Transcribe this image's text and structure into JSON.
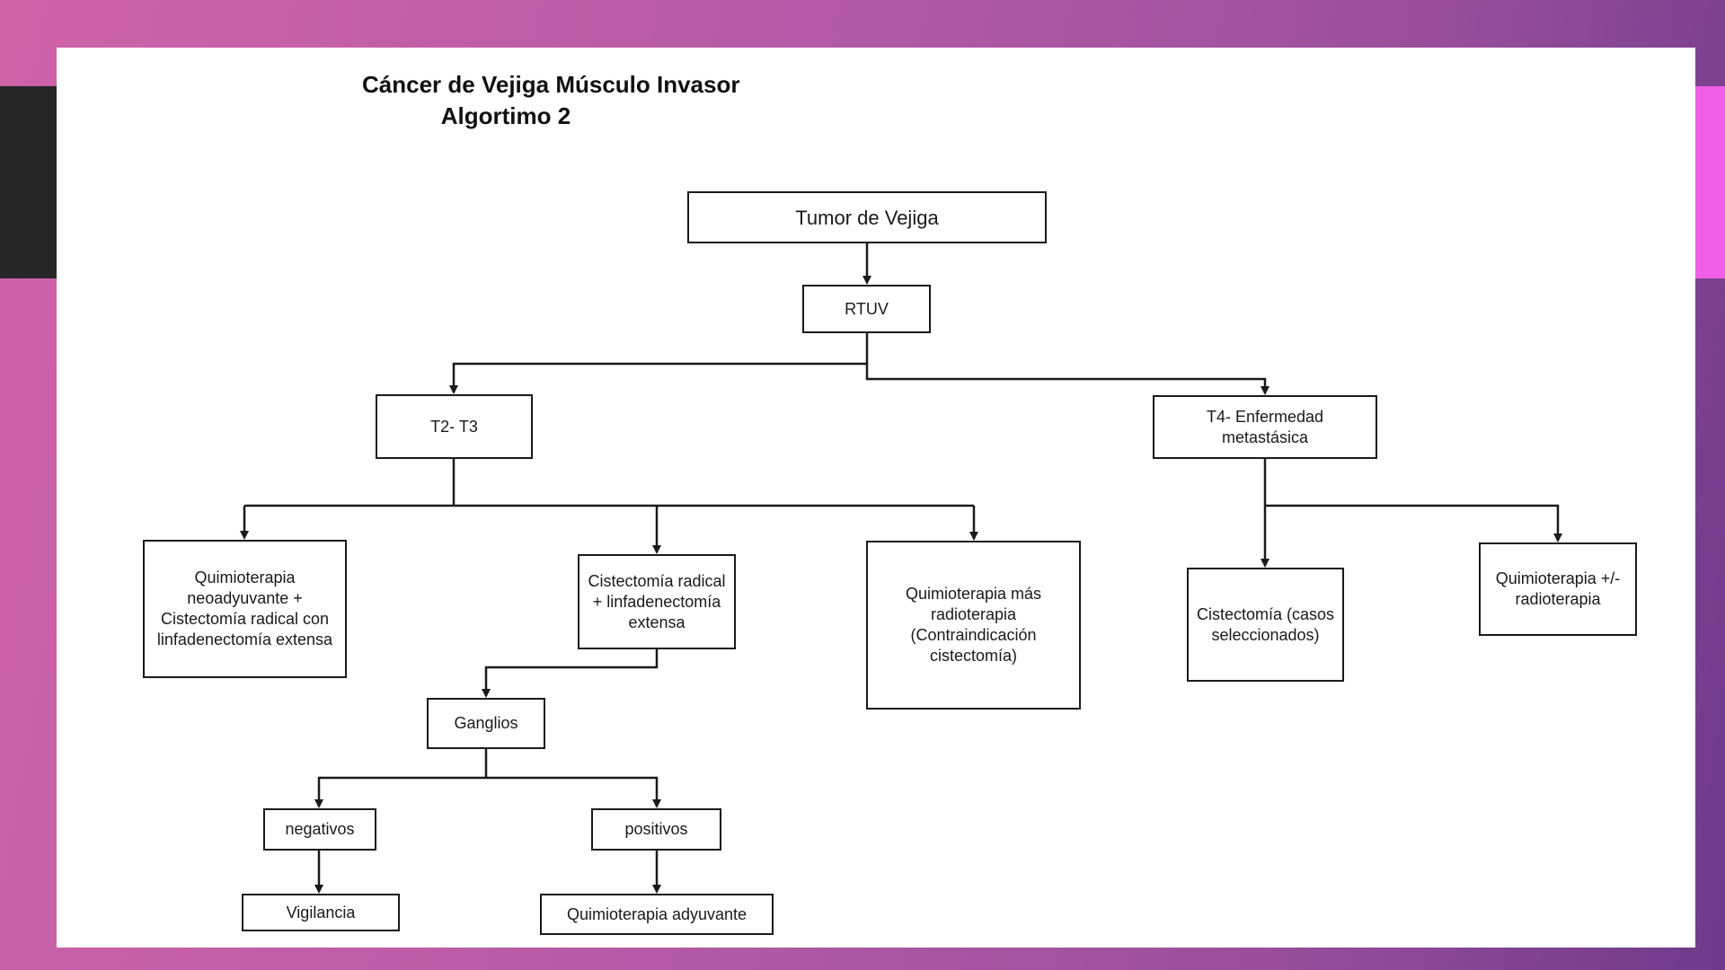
{
  "title": {
    "line1": "Cáncer de Vejiga  Músculo Invasor",
    "line2": "Algortimo 2"
  },
  "nodes": {
    "tumor": "Tumor de Vejiga",
    "rtuv": "RTUV",
    "t2t3": "T2- T3",
    "t4": "T4- Enfermedad metastásica",
    "quimio_neo": "Quimioterapia neoadyuvante + Cistectomía radical con linfadenectomía extensa",
    "cistectomia_radical": "Cistectomía radical + linfadenectomía extensa",
    "quimio_radio": "Quimioterapia más radioterapia (Contraindicación cistectomía)",
    "cistectomia_casos": "Cistectomía (casos seleccionados)",
    "quimio_pm_radio": "Quimioterapia +/- radioterapia",
    "ganglios": "Ganglios",
    "negativos": "negativos",
    "positivos": "positivos",
    "vigilancia": "Vigilancia",
    "quimio_adyuvante": "Quimioterapia adyuvante"
  }
}
